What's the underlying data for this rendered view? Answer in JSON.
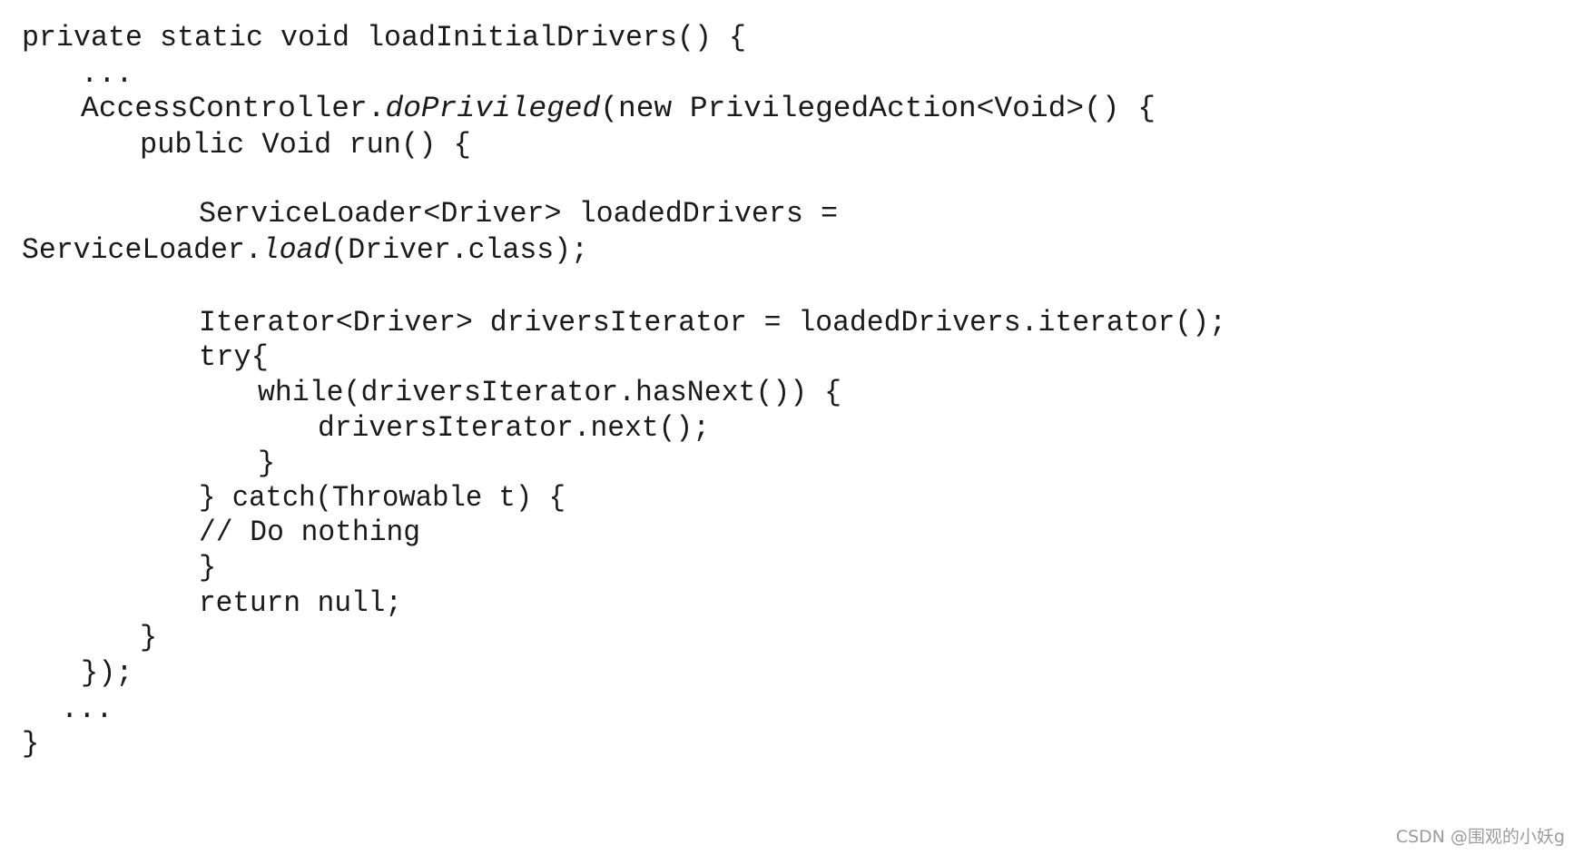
{
  "code_lines": [
    {
      "indent": 1,
      "segments": [
        {
          "text": "private static void loadInitialDrivers() {"
        }
      ]
    },
    {
      "indent": 4,
      "segments": [
        {
          "text": "..."
        }
      ]
    },
    {
      "indent": 4,
      "segments": [
        {
          "text": "AccessController."
        },
        {
          "text": "doPrivileged",
          "italic": true
        },
        {
          "text": "(new PrivilegedAction<Void>() {"
        }
      ]
    },
    {
      "indent": 7,
      "segments": [
        {
          "text": "public Void run() {"
        }
      ]
    },
    {
      "indent": 10,
      "segments": [
        {
          "text": "ServiceLoader<Driver> loadedDrivers ="
        }
      ]
    },
    {
      "indent": 1,
      "segments": [
        {
          "text": "ServiceLoader."
        },
        {
          "text": "load",
          "italic": true
        },
        {
          "text": "(Driver.class);"
        }
      ]
    },
    {
      "indent": 10,
      "segments": [
        {
          "text": "Iterator<Driver> driversIterator = loadedDrivers.iterator();"
        }
      ]
    },
    {
      "indent": 10,
      "segments": [
        {
          "text": "try{"
        }
      ]
    },
    {
      "indent": 13,
      "segments": [
        {
          "text": "while(driversIterator.hasNext()) {"
        }
      ]
    },
    {
      "indent": 16,
      "segments": [
        {
          "text": "driversIterator.next();"
        }
      ]
    },
    {
      "indent": 13,
      "segments": [
        {
          "text": "}"
        }
      ]
    },
    {
      "indent": 10,
      "segments": [
        {
          "text": "} catch(Throwable t) {"
        }
      ]
    },
    {
      "indent": 10,
      "segments": [
        {
          "text": "// Do nothing"
        }
      ]
    },
    {
      "indent": 10,
      "segments": [
        {
          "text": "}"
        }
      ]
    },
    {
      "indent": 10,
      "segments": [
        {
          "text": "return null;"
        }
      ]
    },
    {
      "indent": 7,
      "segments": [
        {
          "text": "}"
        }
      ]
    },
    {
      "indent": 4,
      "segments": [
        {
          "text": "});"
        }
      ]
    },
    {
      "indent": 3,
      "segments": [
        {
          "text": "..."
        }
      ]
    },
    {
      "indent": 1,
      "segments": [
        {
          "text": "}"
        }
      ]
    }
  ],
  "watermark": "CSDN @围观的小妖g"
}
